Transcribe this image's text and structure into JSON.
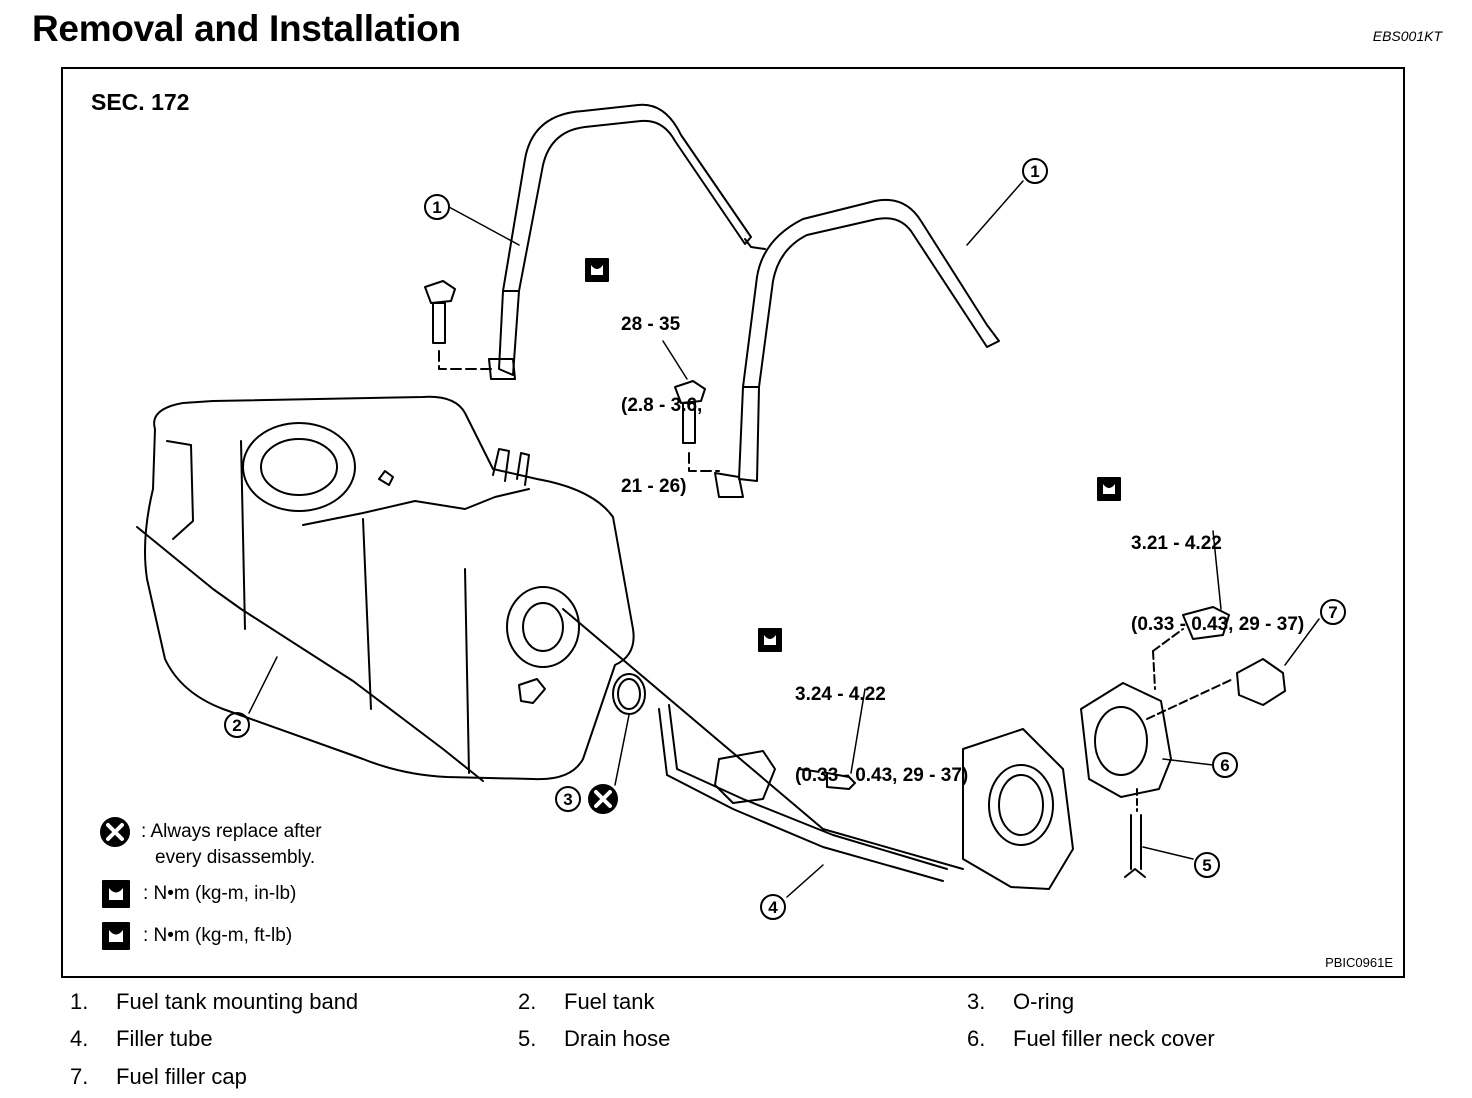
{
  "header": {
    "title": "Removal and Installation",
    "code": "EBS001KT"
  },
  "figure": {
    "section": "SEC. 172",
    "figure_code": "PBIC0961E",
    "callouts": [
      "1",
      "1",
      "2",
      "3",
      "4",
      "5",
      "6",
      "7"
    ],
    "torques": {
      "band_bolt": {
        "line1": "28 - 35",
        "line2": "(2.8 - 3.6,",
        "line3": "21 - 26)"
      },
      "filler_bolt": {
        "line1": "3.24 - 4.22",
        "line2": "(0.33 - 0.43, 29 - 37)"
      },
      "neck_bolt": {
        "line1": "3.21 - 4.22",
        "line2": "(0.33 - 0.43, 29 - 37)"
      }
    },
    "legend": {
      "replace_line1": ": Always replace after",
      "replace_line2": "every disassembly.",
      "inlb": ": N•m  (kg-m,  in-lb)",
      "ftlb": ": N•m  (kg-m,  ft-lb)"
    }
  },
  "parts": [
    {
      "num": "1.",
      "name": "Fuel tank mounting band"
    },
    {
      "num": "2.",
      "name": "Fuel tank"
    },
    {
      "num": "3.",
      "name": "O-ring"
    },
    {
      "num": "4.",
      "name": "Filler tube"
    },
    {
      "num": "5.",
      "name": "Drain hose"
    },
    {
      "num": "6.",
      "name": "Fuel filler neck cover"
    },
    {
      "num": "7.",
      "name": "Fuel filler cap"
    }
  ]
}
